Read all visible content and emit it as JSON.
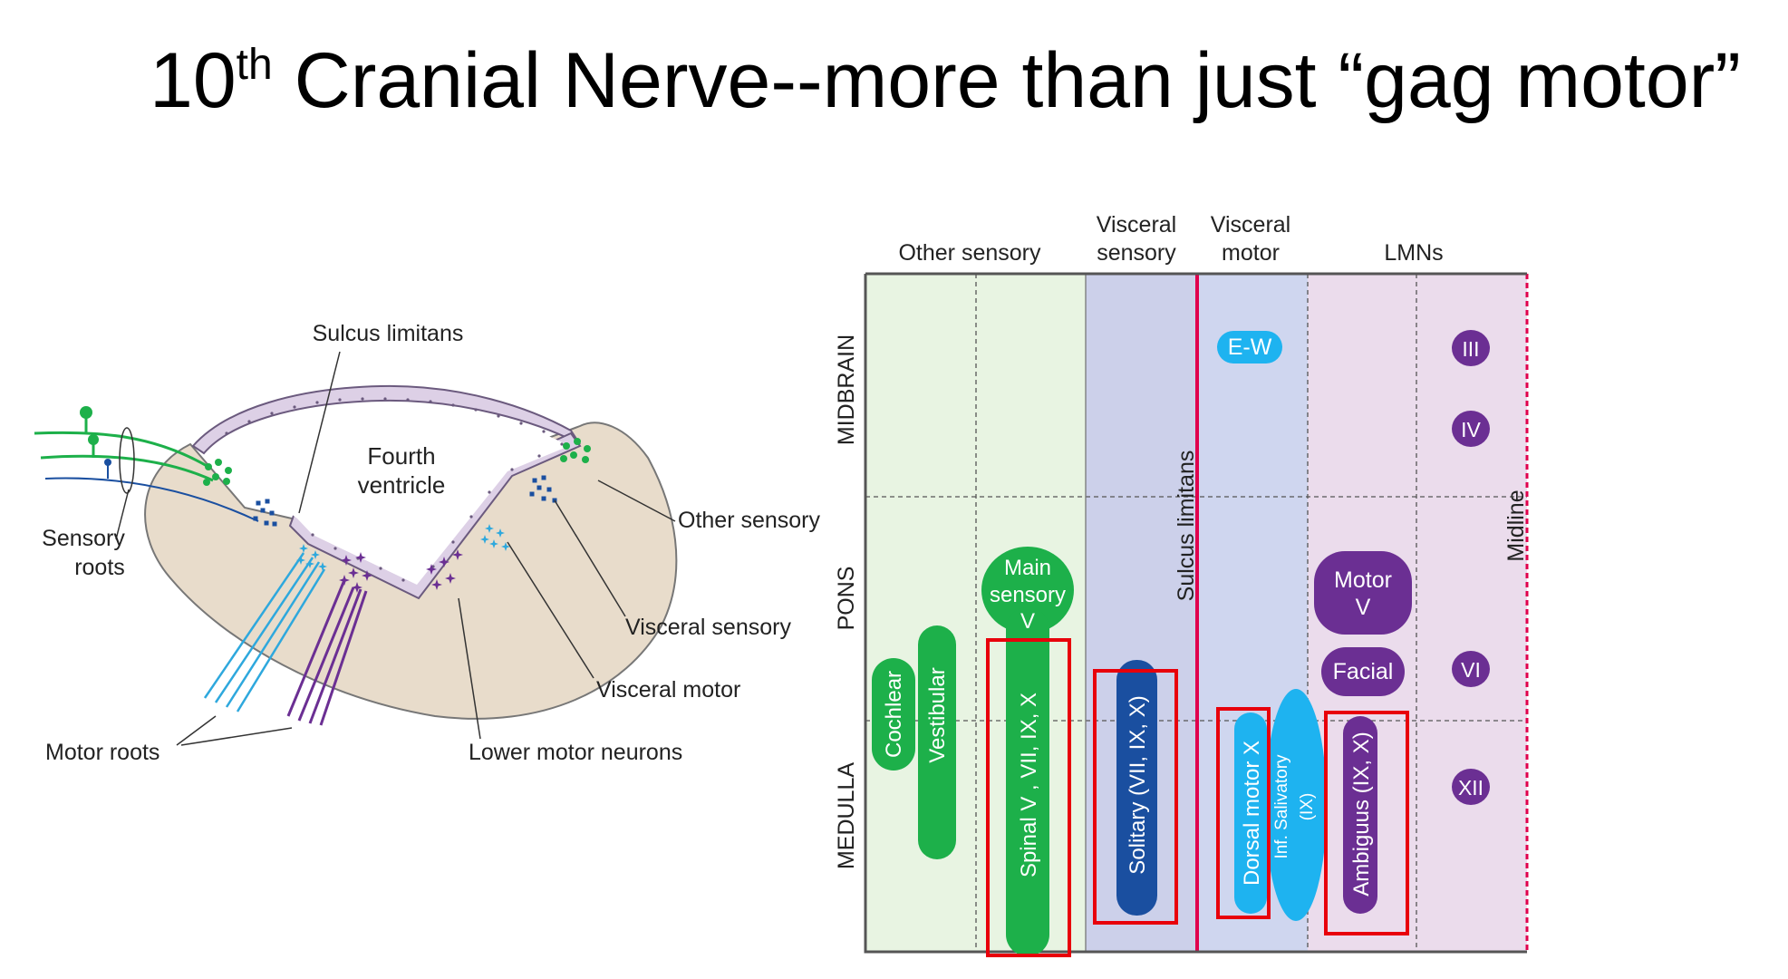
{
  "slide": {
    "title_num": "10",
    "title_sup": "th",
    "title_rest": " Cranial Nerve--more than just “gag motor”"
  },
  "left_diagram": {
    "sulcus_limitans": "Sulcus limitans",
    "fourth_ventricle_1": "Fourth",
    "fourth_ventricle_2": "ventricle",
    "sensory_roots_1": "Sensory",
    "sensory_roots_2": "roots",
    "other_sensory": "Other sensory",
    "visceral_sensory": "Visceral sensory",
    "visceral_motor": "Visceral motor",
    "motor_roots": "Motor roots",
    "lower_motor_neurons": "Lower motor neurons"
  },
  "right_diagram": {
    "headers": {
      "other_sensory": "Other sensory",
      "visceral_sensory_1": "Visceral",
      "visceral_sensory_2": "sensory",
      "visceral_motor_1": "Visceral",
      "visceral_motor_2": "motor",
      "lmns": "LMNs"
    },
    "levels": {
      "midbrain": "MIDBRAIN",
      "pons": "PONS",
      "medulla": "MEDULLA"
    },
    "sulcus_limitans": "Sulcus limitans",
    "midline": "Midline",
    "nuclei": {
      "cochlear": "Cochlear",
      "vestibular": "Vestibular",
      "main_sensory_1": "Main",
      "main_sensory_2": "sensory",
      "main_sensory_3": "V",
      "spinal_v": "Spinal V , VII, IX, X",
      "solitary": "Solitary (VII, IX, X)",
      "ew": "E-W",
      "dorsal_motor": "Dorsal motor X",
      "inf_salivatory_1": "Inf. Salivatory",
      "inf_salivatory_2": "(IX)",
      "motor_v_1": "Motor",
      "motor_v_2": "V",
      "facial": "Facial",
      "ambiguus": "Ambiguus (IX, X)",
      "iii": "III",
      "iv": "IV",
      "vi": "VI",
      "xii": "XII"
    },
    "colors": {
      "green": "#1db04a",
      "navy": "#1a4fa0",
      "cyan": "#1eb3f0",
      "purple": "#6b2f93",
      "highlight_red": "#e8000b",
      "sulcus_line": "#e0004d"
    }
  }
}
